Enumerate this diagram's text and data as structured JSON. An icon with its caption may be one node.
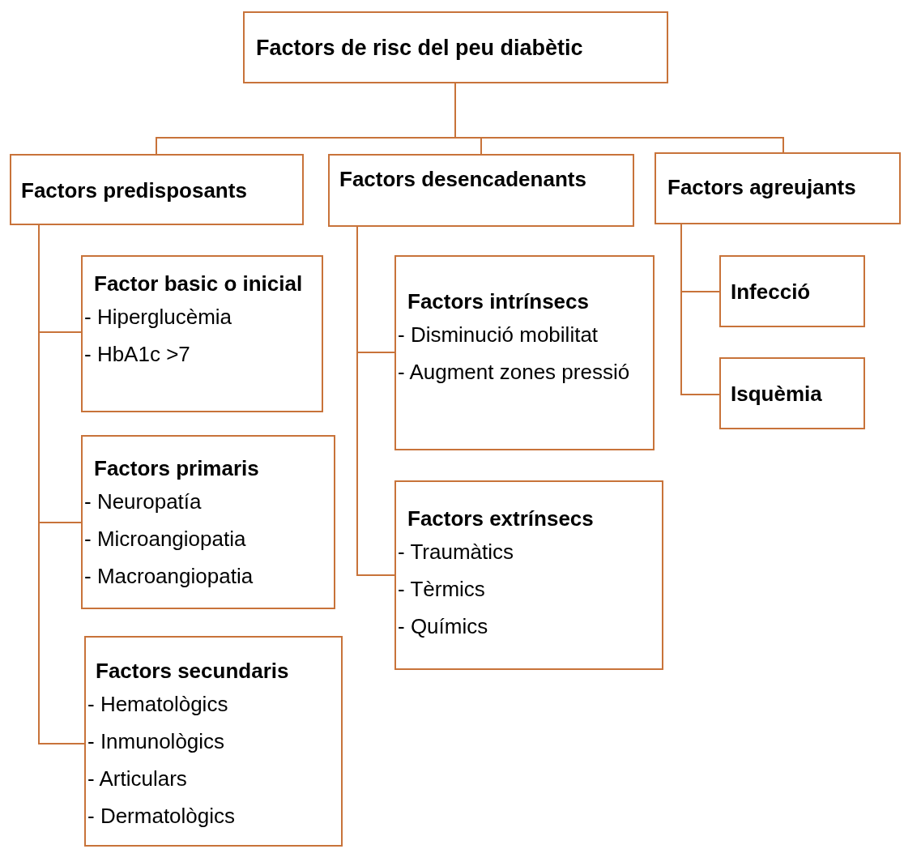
{
  "diagram": {
    "nodes": [
      {
        "text": [
          "Factors de risc del peu diabètic"
        ]
      },
      {
        "text": [
          "Factors predisposants"
        ]
      },
      {
        "text": [
          "Factors desencadenants"
        ]
      },
      {
        "text": [
          "Factors agreujants"
        ]
      },
      {
        "text": [
          "Factor basic o inicial",
          "- Hiperglucèmia",
          "- HbA1c >7"
        ]
      },
      {
        "text": [
          "Factors primaris",
          "- Neuropatía",
          "- Microangiopatia",
          "- Macroangiopatia"
        ]
      },
      {
        "text": [
          "Factors secundaris",
          "- Hematològics",
          "- Inmunològics",
          "- Articulars",
          "- Dermatològics"
        ]
      },
      {
        "text": [
          "Factors intrínsecs",
          "- Disminució mobilitat",
          "- Augment zones pressió"
        ]
      },
      {
        "text": [
          "Factors extrínsecs",
          "- Traumàtics",
          "- Tèrmics",
          "- Químics"
        ]
      },
      {
        "text": [
          "Infecció"
        ]
      },
      {
        "text": [
          "Isquèmia"
        ]
      }
    ],
    "edges": [
      {
        "from": 0,
        "to": 1,
        "arrow": "none"
      },
      {
        "from": 0,
        "to": 2,
        "arrow": "none"
      },
      {
        "from": 0,
        "to": 3,
        "arrow": "none"
      },
      {
        "from": 1,
        "to": 4,
        "arrow": "none"
      },
      {
        "from": 1,
        "to": 5,
        "arrow": "none"
      },
      {
        "from": 1,
        "to": 6,
        "arrow": "none"
      },
      {
        "from": 2,
        "to": 7,
        "arrow": "none"
      },
      {
        "from": 2,
        "to": 8,
        "arrow": "none"
      },
      {
        "from": 3,
        "to": 9,
        "arrow": "none"
      },
      {
        "from": 3,
        "to": 10,
        "arrow": "none"
      }
    ]
  }
}
